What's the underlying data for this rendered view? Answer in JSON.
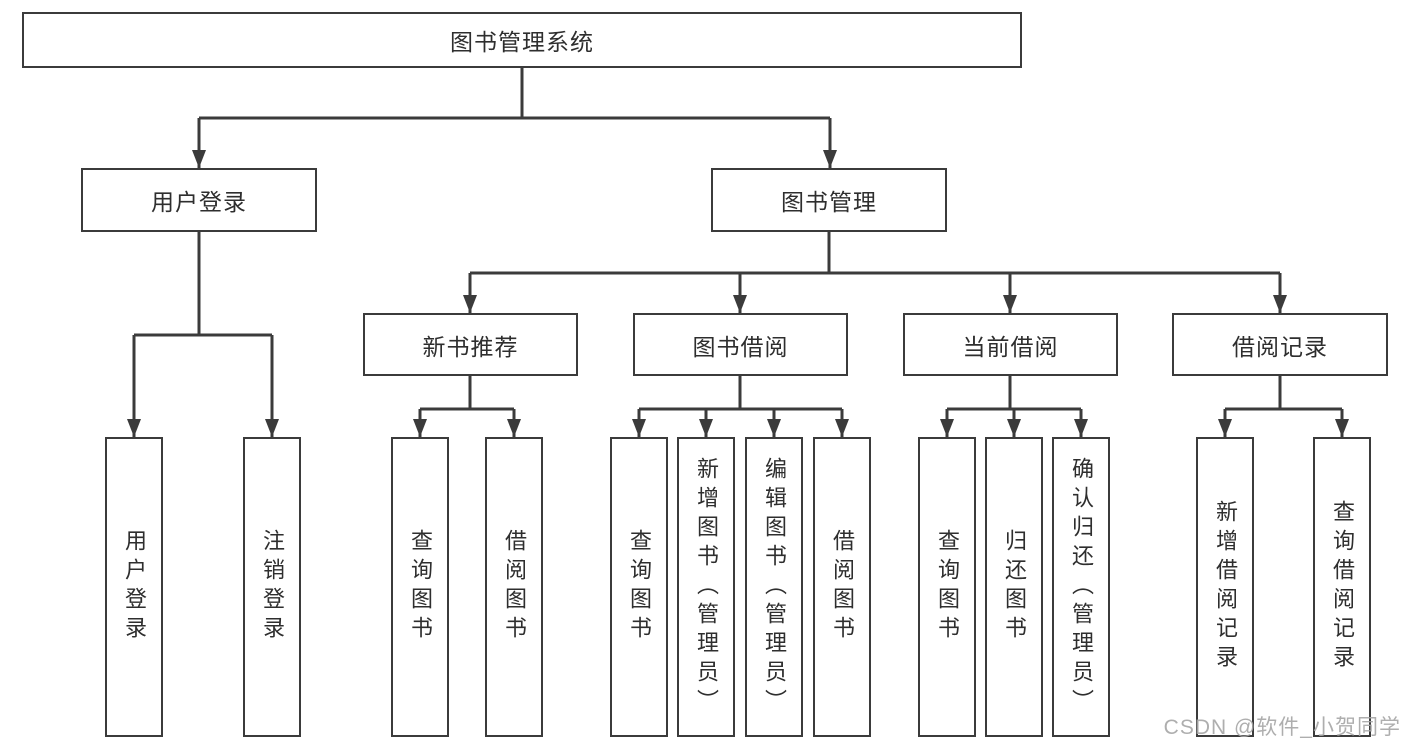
{
  "diagram": {
    "type": "hierarchy-tree",
    "colors": {
      "line": "#3b3b3b",
      "box_border": "#3b3b3b",
      "box_fill": "#ffffff",
      "text": "#2e2e2e",
      "watermark": "#a6a6a6",
      "background": "#ffffff"
    }
  },
  "nodes": {
    "root": "图书管理系统",
    "userLogin": "用户登录",
    "bookManagement": "图书管理",
    "newBookRecommend": "新书推荐",
    "bookBorrow": "图书借阅",
    "currentBorrow": "当前借阅",
    "borrowRecords": "借阅记录",
    "leafUserLogin": "用户登录",
    "leafLogout": "注销登录",
    "leafQueryBooks1": "查询图书",
    "leafBorrowBooks1": "借阅图书",
    "leafQueryBooks2": "查询图书",
    "leafAddBooks": "新增图书（管理员）",
    "leafEditBooks": "编辑图书（管理员）",
    "leafBorrowBooks2": "借阅图书",
    "leafQueryBooks3": "查询图书",
    "leafReturnBooks": "归还图书",
    "leafConfirmReturn": "确认归还（管理员）",
    "leafAddBorrowRecord": "新增借阅记录",
    "leafQueryBorrowRecord": "查询借阅记录"
  },
  "watermark": "CSDN @软件_小贺同学"
}
